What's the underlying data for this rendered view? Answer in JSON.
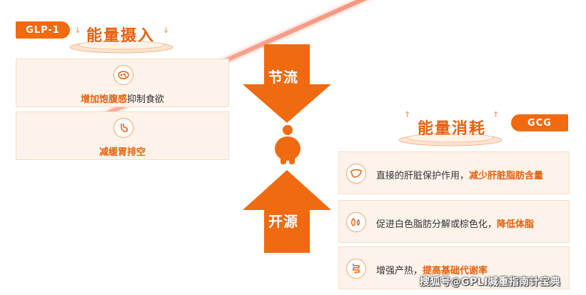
{
  "left": {
    "tag": "GLP-1",
    "title": "能量摄入",
    "items": [
      {
        "icon": "stomach-full-icon",
        "highlight": "增加饱腹感",
        "text": "抑制食欲"
      },
      {
        "icon": "stomach-icon",
        "highlight": "减缓胃排空",
        "text": ""
      }
    ]
  },
  "right": {
    "tag": "GCG",
    "title": "能量消耗",
    "items": [
      {
        "icon": "liver-icon",
        "text": "直接的肝脏保护作用，",
        "highlight": "减少肝脏脂肪含量"
      },
      {
        "icon": "fat-cell-icon",
        "text": "促进白色脂肪分解或棕色化，",
        "highlight": "降低体脂"
      },
      {
        "icon": "intestine-icon",
        "text": "增强产热，",
        "highlight": "提高基础代谢率"
      }
    ]
  },
  "center": {
    "top_label": "节流",
    "bottom_label": "开源",
    "figure_icon": "person-icon"
  },
  "watermark": "搜狐号@GPLI减重指南计宝典",
  "colors": {
    "accent": "#f06a0f",
    "panel": "#fdf3ea",
    "line": "#f5785a"
  }
}
